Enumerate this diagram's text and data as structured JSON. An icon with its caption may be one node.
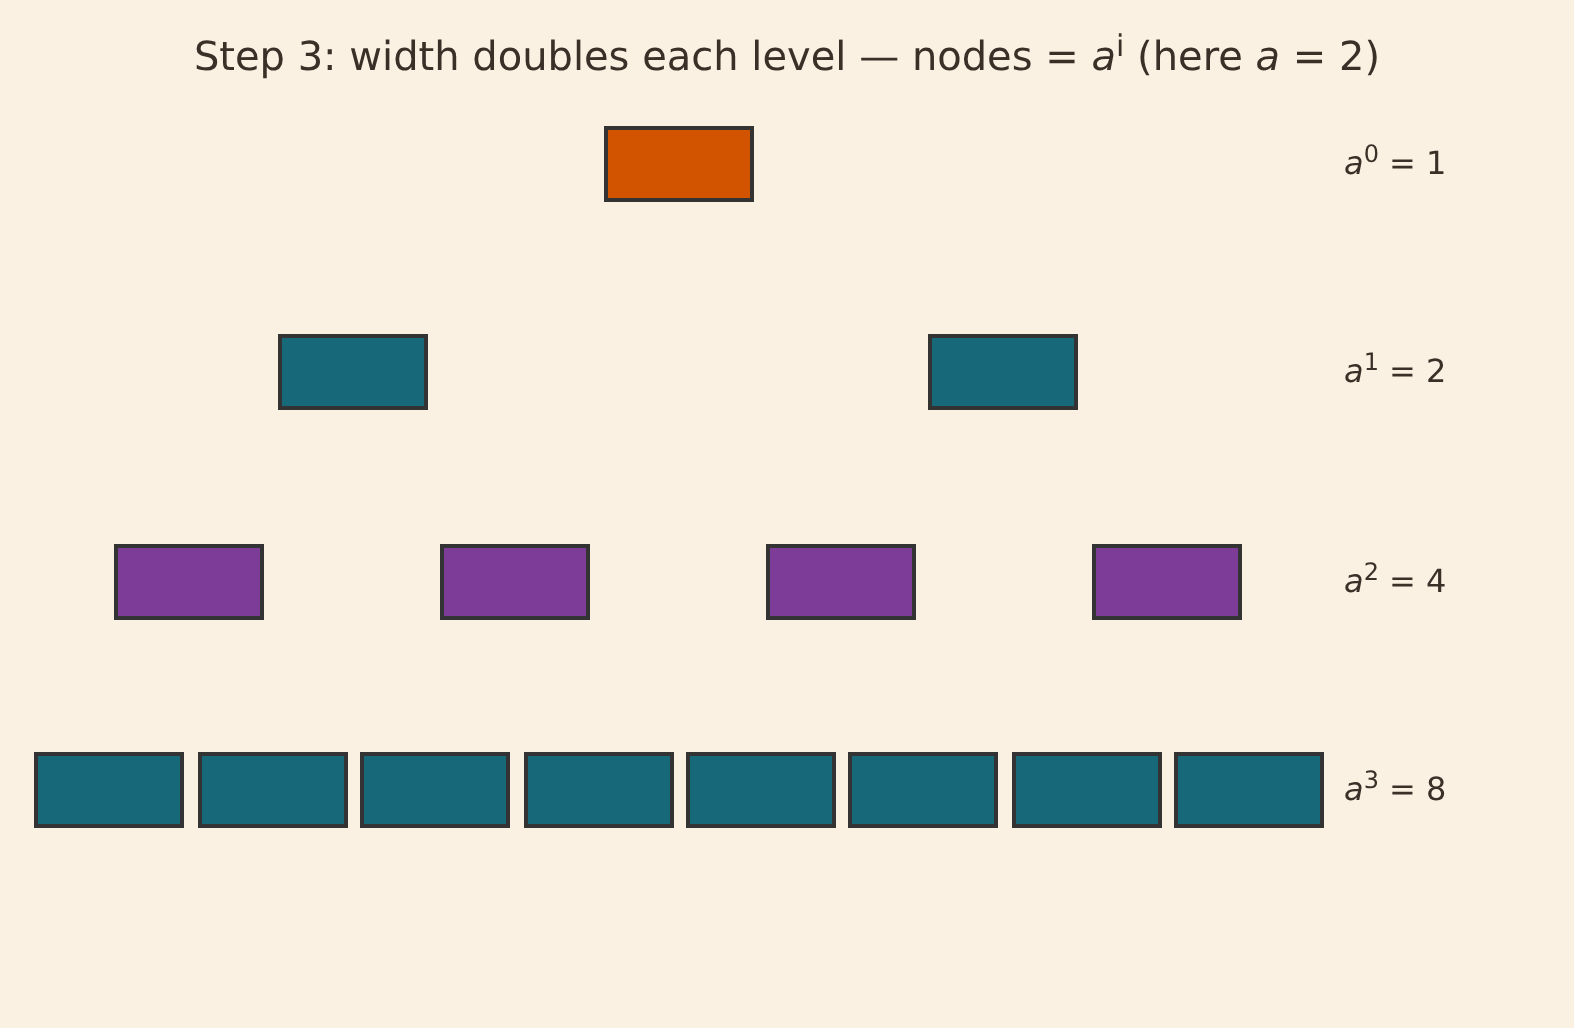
{
  "diagram": {
    "title": "Step 3: width doubles each level — nodes = *a*$^{i}$ (here *a* = 2)",
    "nodes": [
      {
        "text": [],
        "shape": "box"
      },
      {
        "text": [],
        "shape": "box"
      },
      {
        "text": [],
        "shape": "box"
      },
      {
        "text": [],
        "shape": "box"
      },
      {
        "text": [],
        "shape": "box"
      },
      {
        "text": [],
        "shape": "box"
      },
      {
        "text": [],
        "shape": "box"
      },
      {
        "text": [],
        "shape": "box"
      },
      {
        "text": [],
        "shape": "box"
      },
      {
        "text": [],
        "shape": "box"
      },
      {
        "text": [],
        "shape": "box"
      },
      {
        "text": [],
        "shape": "box"
      },
      {
        "text": [],
        "shape": "box"
      },
      {
        "text": [],
        "shape": "box"
      },
      {
        "text": [],
        "shape": "box"
      }
    ],
    "labels": [
      "*a*$^{0}$ = 1",
      "*a*$^{1}$ = 2",
      "*a*$^{2}$ = 4",
      "*a*$^{3}$ = 8"
    ]
  }
}
